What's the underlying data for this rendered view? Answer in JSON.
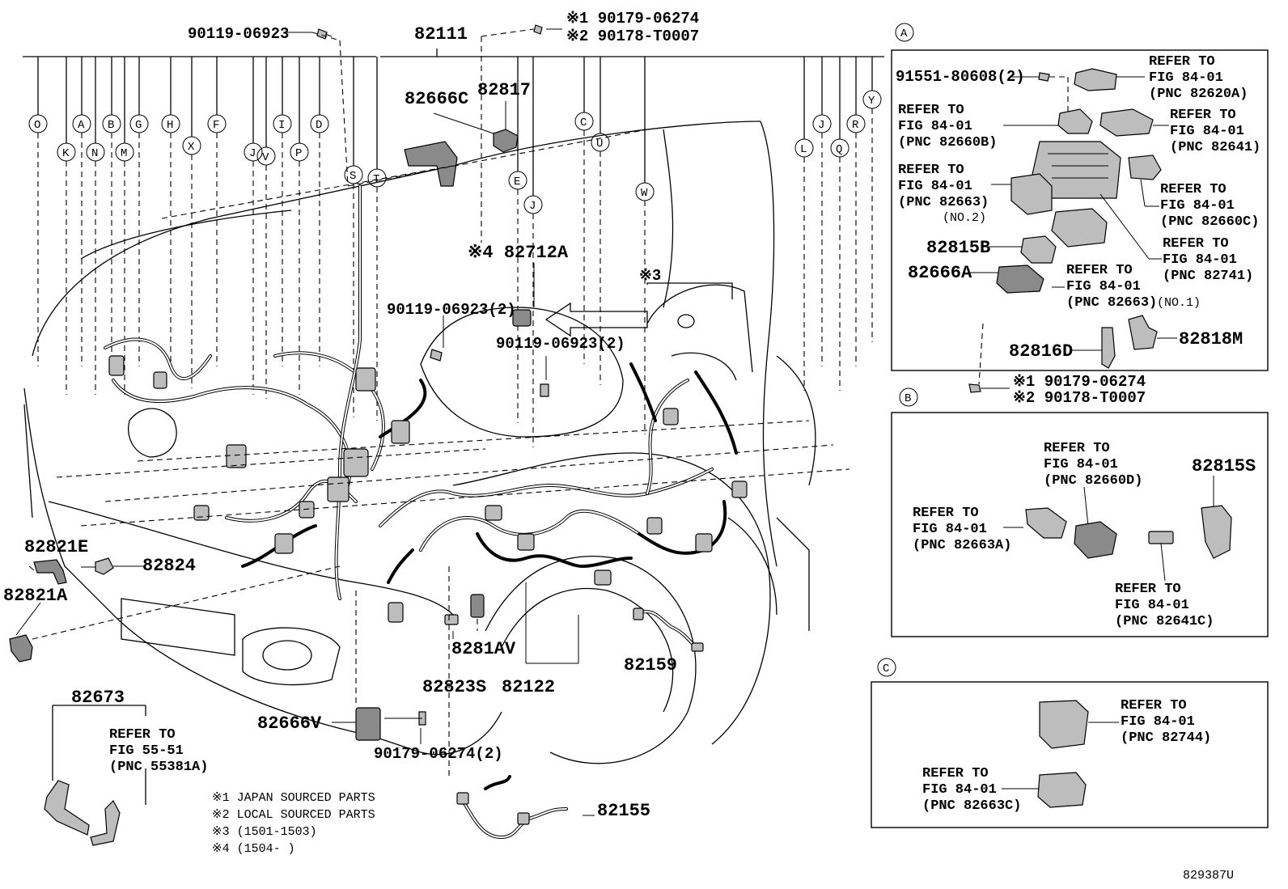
{
  "diagram_id": "829387U",
  "main_parts": {
    "p_90119_06923_top": "90119-06923",
    "p_82111": "82111",
    "p_82666C": "82666C",
    "p_82817": "82817",
    "p_note1_90179": "※1 90179-06274",
    "p_note2_90178": "※2 90178-T0007",
    "p_82712A": "※4 82712A",
    "p_note3": "※3",
    "p_90119_06923_2a": "90119-06923(2)",
    "p_90119_06923_2b": "90119-06923(2)",
    "p_82821E": "82821E",
    "p_82821A": "82821A",
    "p_82824": "82824",
    "p_8281AV": "8281AV",
    "p_82159": "82159",
    "p_82823S": "82823S",
    "p_82122": "82122",
    "p_82666V": "82666V",
    "p_90179_06274_2": "90179-06274(2)",
    "p_82155": "82155",
    "p_82673": "82673"
  },
  "main_refer": {
    "line1": "REFER TO",
    "line2": "FIG 55-51",
    "line3": "(PNC 55381A)"
  },
  "bubbles_top": [
    "O",
    "A",
    "B",
    "G",
    "H",
    "X",
    "F",
    "J",
    "V",
    "I",
    "P",
    "D",
    "S",
    "T",
    "E",
    "J",
    "C",
    "U",
    "W",
    "L",
    "J",
    "Q",
    "R",
    "Y"
  ],
  "bubbles_second": [
    "K",
    "N",
    "M"
  ],
  "legend": {
    "n1": "※1 JAPAN SOURCED PARTS",
    "n2": "※2 LOCAL SOURCED PARTS",
    "n3": "※3 (1501-1503)",
    "n4": "※4 (1504-     )"
  },
  "panel_a": {
    "label": "A",
    "bolt": "91551-80608(2)",
    "r1": {
      "l1": "REFER TO",
      "l2": "FIG 84-01",
      "l3": "(PNC 82620A)"
    },
    "r2": {
      "l1": "REFER TO",
      "l2": "FIG 84-01",
      "l3": "(PNC 82660B)"
    },
    "r3": {
      "l1": "REFER TO",
      "l2": "FIG 84-01",
      "l3": "(PNC 82641)"
    },
    "r4": {
      "l1": "REFER TO",
      "l2": "FIG 84-01",
      "l3": "(PNC 82663)",
      "l4": "(NO.2)"
    },
    "r5": {
      "l1": "REFER TO",
      "l2": "FIG 84-01",
      "l3": "(PNC 82660C)"
    },
    "r6": {
      "l1": "REFER TO",
      "l2": "FIG 84-01",
      "l3": "(PNC 82741)"
    },
    "r7": {
      "l1": "REFER TO",
      "l2": "FIG 84-01",
      "l3": "(PNC 82663)",
      "l4": "(NO.1)"
    },
    "p_82815B": "82815B",
    "p_82666A": "82666A",
    "p_82816D": "82816D",
    "p_82818M": "82818M",
    "n1": "※1  90179-06274",
    "n2": "※2  90178-T0007"
  },
  "panel_b": {
    "label": "B",
    "r1": {
      "l1": "REFER TO",
      "l2": "FIG 84-01",
      "l3": "(PNC 82660D)"
    },
    "r2": {
      "l1": "REFER TO",
      "l2": "FIG 84-01",
      "l3": "(PNC 82663A)"
    },
    "r3": {
      "l1": "REFER TO",
      "l2": "FIG 84-01",
      "l3": "(PNC 82641C)"
    },
    "p_82815S": "82815S"
  },
  "panel_c": {
    "label": "C",
    "r1": {
      "l1": "REFER TO",
      "l2": "FIG 84-01",
      "l3": "(PNC 82744)"
    },
    "r2": {
      "l1": "REFER TO",
      "l2": "FIG 84-01",
      "l3": "(PNC 82663C)"
    }
  }
}
